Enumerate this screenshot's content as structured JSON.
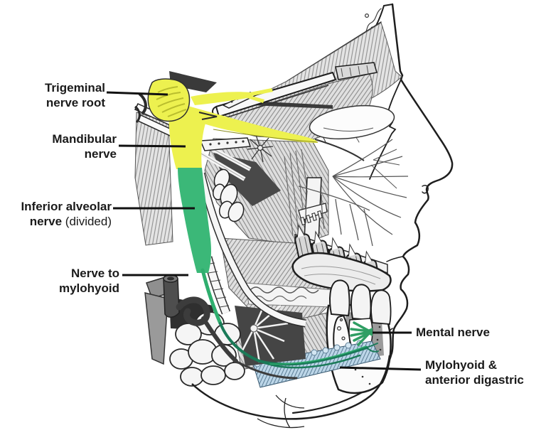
{
  "diagram": {
    "labels": {
      "trigeminal_nerve_root": {
        "line1": "Trigeminal",
        "line2": "nerve root"
      },
      "mandibular_nerve": {
        "line1": "Mandibular",
        "line2": "nerve"
      },
      "inferior_alveolar_nerve": {
        "line1": "Inferior alveolar",
        "line2_bold": "nerve",
        "line2_normal": " (divided)"
      },
      "nerve_to_mylohyoid": {
        "line1": "Nerve to",
        "line2": "mylohyoid"
      },
      "mental_nerve": {
        "text": "Mental nerve"
      },
      "mylohyoid_anterior_digastric": {
        "line1": "Mylohyoid &",
        "line2": "anterior digastric"
      }
    },
    "highlight_colors": {
      "trigeminal_mandibular": "#edf14f",
      "ganglion_hatch": "#b9bd2e",
      "inferior_alveolar": "#3bb878",
      "inferior_alveolar_bright": "#2fae6e",
      "nerve_to_mylohyoid": "#1a7a58",
      "mental_nerve": "#2f9e63",
      "mylohyoid_muscle": "#bcd6e8",
      "mylohyoid_scallop": "#d3e6f2"
    },
    "label_text_color": "#1a1a1a",
    "pointer_line_color": "#111111"
  }
}
